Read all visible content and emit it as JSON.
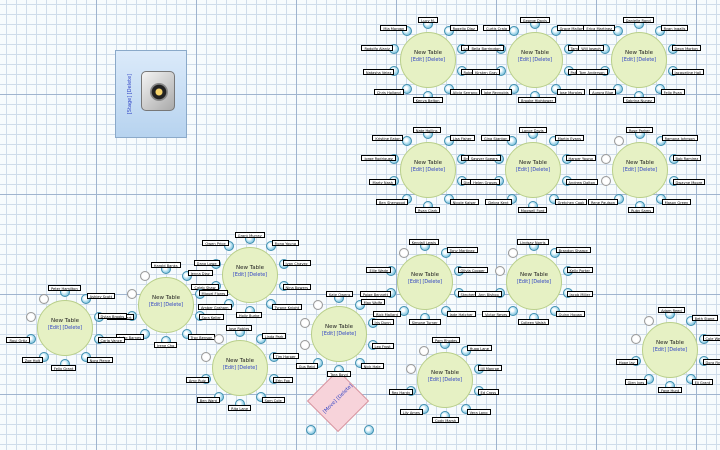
{
  "stage": {
    "label": "[Stage] [Delete]",
    "icon": "speaker-icon"
  },
  "zone": {
    "label": "[Move] [Delete]"
  },
  "tables": [
    {
      "name": "New Table",
      "edit": "[Edit]",
      "delete": "[Delete]",
      "guests": [
        "Lucy M.",
        "Rogelio Diaz",
        "Laura Nassau",
        "Robert Franklin",
        "Alicia Serrano",
        "Kenya Belton",
        "Chris Holland",
        "Natasha Velez",
        "Rodolfo Alaniz",
        "Mia Morgan"
      ]
    },
    {
      "name": "New Table",
      "edit": "[Edit]",
      "delete": "[Delete]",
      "guests": [
        "George Davis",
        "Grace Mallory",
        "Tammy Nolan",
        "Patrick Sullivan",
        "Jose Morales",
        "Brooke Hightower",
        "Jake Reynolds",
        "Kirsten Gray",
        "Bella Barrington",
        "Curtis Craig"
      ]
    },
    {
      "name": "New Table",
      "edit": "[Edit]",
      "delete": "[Delete]",
      "guests": [
        "Danielle Rand",
        "Ryan Ingalls",
        "Deon Morton",
        "Jacqueline Hall",
        "Felix Ryan",
        "Sabrina Nunez",
        "Aurora Blue",
        "Tom Anderson",
        "Will Joseph",
        "Erica Martinez"
      ]
    },
    {
      "name": "New Table",
      "edit": "[Edit]",
      "delete": "[Delete]",
      "guests": [
        "Nate Hollins",
        "Lisa Fisher",
        "Brooke Hernandez",
        "Diego Montoya",
        "Nicole Kaiser",
        "Ryan Clark",
        "Ben Sherwood",
        "Marty Nash",
        "Jorge Rodriguez",
        "Kristine Eaton"
      ]
    },
    {
      "name": "New Table",
      "edit": "[Edit]",
      "delete": "[Delete]",
      "guests": [
        "Lance Davis",
        "Martin Evans",
        "Harper Young",
        "Andrew Dalton",
        "Gretchen Cook",
        "Maxwell Ford",
        "Debra Kent",
        "Helen Graves",
        "Sawyer Spears",
        "Gina Stanton"
      ]
    },
    {
      "name": "New Table",
      "edit": "[Edit]",
      "delete": "[Delete]",
      "guests": [
        "Rose Parker",
        "Ramona Johnson",
        "Bob Ramirez",
        "Dwayne Moore",
        "Mason Green",
        "Ruby Sams",
        "Rene Paulson"
      ]
    },
    {
      "name": "New Table",
      "edit": "[Edit]",
      "delete": "[Delete]",
      "guests": [
        "Kendall Lewis",
        "Tony Martinez",
        "Olivia Cooper",
        "Stephen Ross",
        "Jade Hatcher",
        "Simone Turner",
        "Rick Mallard",
        "Paige Bennett",
        "Ellie Wade"
      ]
    },
    {
      "name": "New Table",
      "edit": "[Edit]",
      "delete": "[Delete]",
      "guests": [
        "Lindsay Norris",
        "Brandon Sharpe",
        "Kelly Porter",
        "Jacob Miller",
        "Quinn Hogan",
        "Colleen Walsh",
        "Victor Reyes",
        "Ann Bishop"
      ]
    },
    {
      "name": "New Table",
      "edit": "[Edit]",
      "delete": "[Delete]",
      "guests": [
        "Grant Murray",
        "Fiona Young",
        "Ivan Chavez",
        "Nina Bowers",
        "Tyrone Knight",
        "Holly Burke",
        "Amber Graham",
        "Caleb Shaw",
        "Dana Lowe",
        "Owen Price"
      ]
    },
    {
      "name": "New Table",
      "edit": "[Edit]",
      "delete": "[Delete]",
      "guests": [
        "Harold Banks",
        "Jenna Diaz",
        "Miguel Flores",
        "Sara Keller",
        "Troy Benson",
        "Irene Cho",
        "Luke Barnes",
        "Megan Hart"
      ]
    },
    {
      "name": "New Table",
      "edit": "[Edit]",
      "delete": "[Delete]",
      "guests": [
        "Peter Hamilton",
        "Ashley Scott",
        "Dylan Brooks",
        "Carla Vance",
        "Nora Pierce",
        "Felix Grant",
        "Zoe Holt",
        "Raul Ortiz"
      ]
    },
    {
      "name": "New Table",
      "edit": "[Edit]",
      "delete": "[Delete]",
      "guests": [
        "Jose Robles",
        "Linda Park",
        "Tim Harper",
        "Erin Fox",
        "Sam Cole",
        "Rita Lane",
        "Ben Ward",
        "Amy Ruiz"
      ]
    },
    {
      "name": "New Table",
      "edit": "[Edit]",
      "delete": "[Delete]",
      "guests": [
        "Kate Owens",
        "Max Wolfe",
        "Iris Dunn",
        "Leo Frost",
        "Nick Hale",
        "Tara Boyd",
        "Gus Reid"
      ]
    },
    {
      "name": "New Table",
      "edit": "[Edit]",
      "delete": "[Delete]",
      "guests": [
        "Pam Rhodes",
        "Hugo Lane",
        "Jill Monroe",
        "Ed Cross",
        "Vera Long",
        "Cody Marsh",
        "Lily Ames",
        "Rex Hardy"
      ]
    },
    {
      "name": "New Table",
      "edit": "[Edit]",
      "delete": "[Delete]",
      "guests": [
        "Adam Reed",
        "Beth Stone",
        "Cole Webb",
        "Dora Finch",
        "Eli Grant",
        "Faye Hunt",
        "Glen Ives",
        "Hope Jay"
      ]
    }
  ]
}
